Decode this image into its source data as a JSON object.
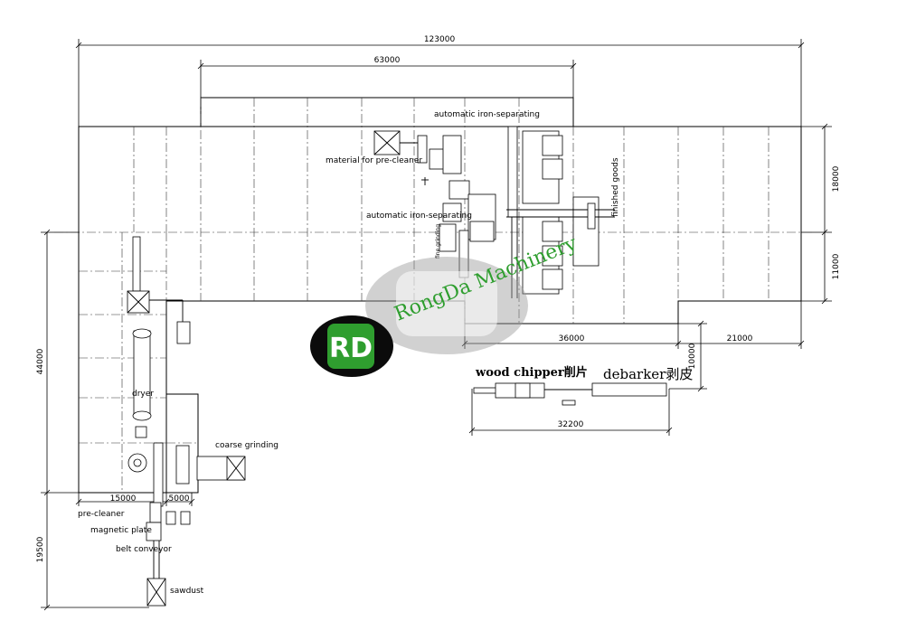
{
  "dimensions": {
    "overall_width": "123000",
    "upper_span": "63000",
    "right_depth_top": "18000",
    "right_depth_bottom": "11000",
    "left_height": "44000",
    "bottom_height": "19500",
    "bottom_left": "15000",
    "bottom_mid": "5000",
    "mid_span": "36000",
    "right_span": "21000",
    "chipper_depth": "10000",
    "chipper_span": "32200"
  },
  "labels": {
    "iron_sep_top": "automatic iron-separating",
    "material_pre_clean": "material for pre-cleaner",
    "iron_sep_mid": "automatic iron-separating",
    "fine_grinding": "fine grinding",
    "finished_goods": "finished goods",
    "dryer": "dryer",
    "coarse_grinding": "coarse grinding",
    "pre_cleaner": "pre-cleaner",
    "magnetic_plate": "magnetic plate",
    "belt_conveyor": "belt conveyor",
    "sawdust": "sawdust",
    "wood_chipper": "wood chipper削片",
    "debarker": "debarker剥皮"
  },
  "logo": {
    "brand_text": "RongDa Machinery",
    "badge_letters": "RD",
    "green": "#2f9e2f",
    "dark": "#0b0b0b",
    "grey": "#9a9a9a"
  }
}
